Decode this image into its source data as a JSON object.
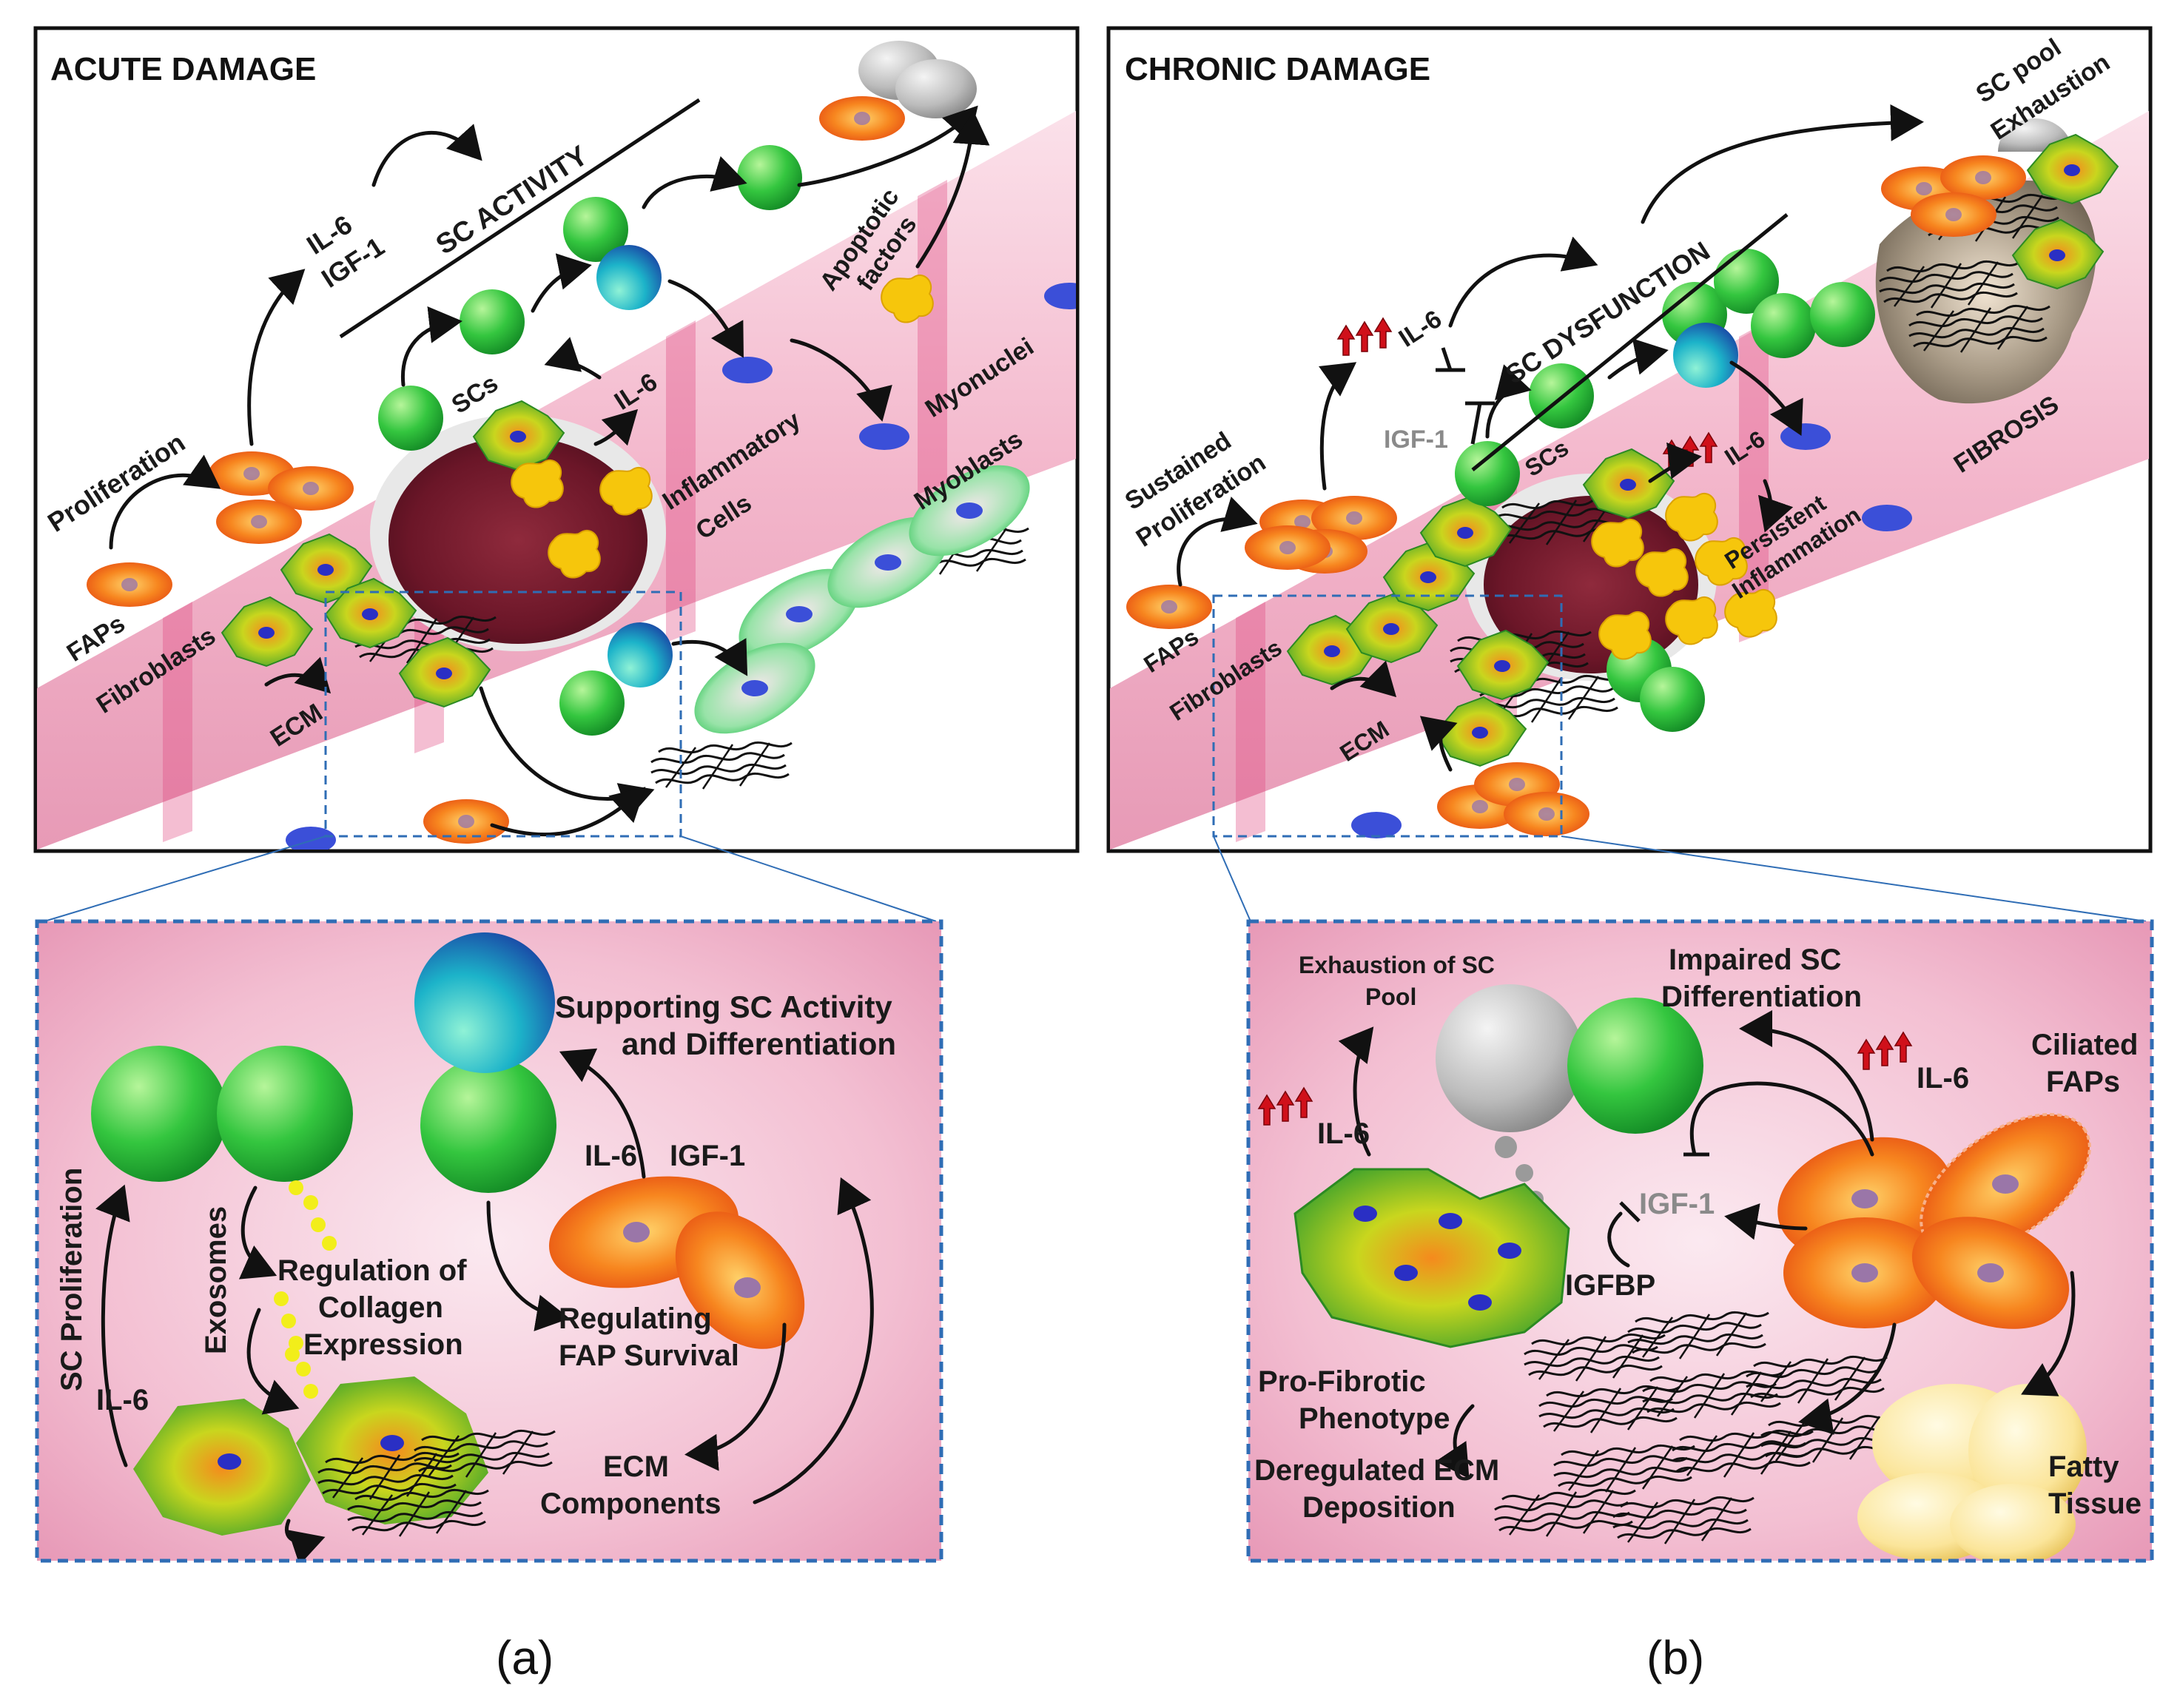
{
  "panel_a": {
    "title": "ACUTE DAMAGE",
    "sc_activity": "SC ACTIVITY",
    "il6": "IL-6",
    "igf1": "IGF-1",
    "proliferation": "Proliferation",
    "faps": "FAPs",
    "fibroblasts": "Fibroblasts",
    "ecm": "ECM",
    "scs": "SCs",
    "il6_b": "IL-6",
    "inflammatory_1": "Inflammatory",
    "inflammatory_2": "Cells",
    "apoptotic_1": "Apoptotic",
    "apoptotic_2": "factors",
    "myonuclei": "Myonuclei",
    "myoblasts": "Myoblasts",
    "caption": "(a)"
  },
  "zoom_a": {
    "supporting_1": "Supporting SC Activity",
    "supporting_2": "and Differentiation",
    "il6": "IL-6",
    "igf1": "IGF-1",
    "sc_proliferation": "SC Proliferation",
    "exosomes": "Exosomes",
    "regulation_1": "Regulation of",
    "regulation_2": "Collagen",
    "regulation_3": "Expression",
    "regulating_1": "Regulating",
    "regulating_2": "FAP Survival",
    "il6_left": "IL-6",
    "ecm_1": "ECM",
    "ecm_2": "Components"
  },
  "panel_b": {
    "title": "CHRONIC DAMAGE",
    "sc_dysfunction": "SC DYSFUNCTION",
    "sc_pool_1": "SC pool",
    "sc_pool_2": "Exhaustion",
    "il6": "IL-6",
    "igf1": "IGF-1",
    "sustained_1": "Sustained",
    "sustained_2": "Proliferation",
    "faps": "FAPs",
    "fibroblasts": "Fibroblasts",
    "ecm": "ECM",
    "scs": "SCs",
    "il6_b": "IL-6",
    "persistent_1": "Persistent",
    "persistent_2": "Inflammation",
    "fibrosis": "FIBROSIS",
    "caption": "(b)"
  },
  "zoom_b": {
    "exhaustion_1": "Exhaustion of SC",
    "exhaustion_2": "Pool",
    "impaired_1": "Impaired SC",
    "impaired_2": "Differentiation",
    "il6_left": "IL-6",
    "il6_right": "IL-6",
    "ciliated_1": "Ciliated",
    "ciliated_2": "FAPs",
    "igf1": "IGF-1",
    "igfbp": "IGFBP",
    "profibrotic_1": "Pro-Fibrotic",
    "profibrotic_2": "Phenotype",
    "deregulated_1": "Deregulated ECM",
    "deregulated_2": "Deposition",
    "fatty_1": "Fatty",
    "fatty_2": "Tissue"
  },
  "colors": {
    "frame": "#111111",
    "dashed": "#2f6db5",
    "muscle_pink": "#f2b3c9",
    "sc_green": "#2fbf3a",
    "fap_orange": "#f07a1f",
    "inflam_yellow": "#f5c400",
    "myonuclei_blue": "#3a4fd6",
    "red_arrows": "#d0101a"
  }
}
